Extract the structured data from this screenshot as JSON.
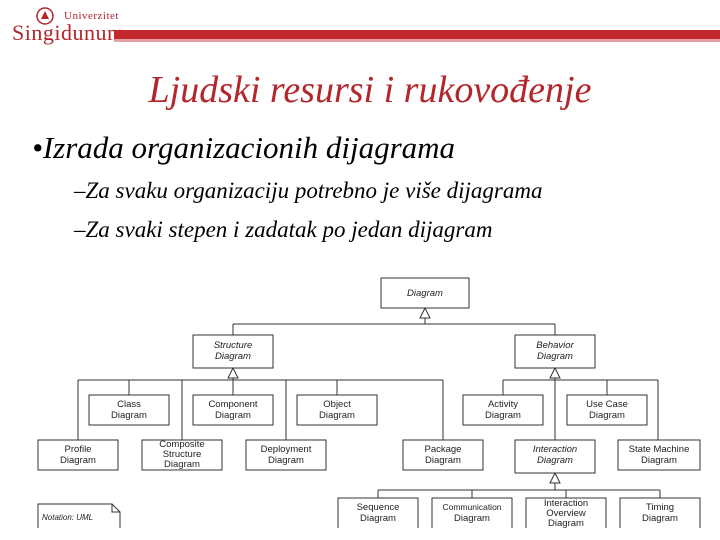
{
  "header": {
    "logo_top": "Univerzitet",
    "logo_main": "Singidunum",
    "bar_color": "#c1272d"
  },
  "slide": {
    "title": "Ljudski resursi i rukovođenje",
    "bullet": "•Izrada organizacionih dijagrama",
    "sub1": "–Za svaku organizaciju potrebno je više dijagrama",
    "sub2": "–Za svaki stepen i zadatak po jedan dijagram"
  },
  "diagram": {
    "root": "Diagram",
    "structure": [
      "Structure",
      "Diagram"
    ],
    "behavior": [
      "Behavior",
      "Diagram"
    ],
    "class": [
      "Class",
      "Diagram"
    ],
    "component": [
      "Component",
      "Diagram"
    ],
    "object": [
      "Object",
      "Diagram"
    ],
    "profile": [
      "Profile",
      "Diagram"
    ],
    "composite": [
      "Composite",
      "Structure",
      "Diagram"
    ],
    "deployment": [
      "Deployment",
      "Diagram"
    ],
    "package": [
      "Package",
      "Diagram"
    ],
    "activity": [
      "Activity",
      "Diagram"
    ],
    "usecase": [
      "Use Case",
      "Diagram"
    ],
    "interaction": [
      "Interaction",
      "Diagram"
    ],
    "statemachine": [
      "State Machine",
      "Diagram"
    ],
    "sequence": [
      "Sequence",
      "Diagram"
    ],
    "communication": [
      "Communication",
      "Diagram"
    ],
    "overview": [
      "Interaction",
      "Overview",
      "Diagram"
    ],
    "timing": [
      "Timing",
      "Diagram"
    ],
    "notation": "Notation: UML"
  }
}
